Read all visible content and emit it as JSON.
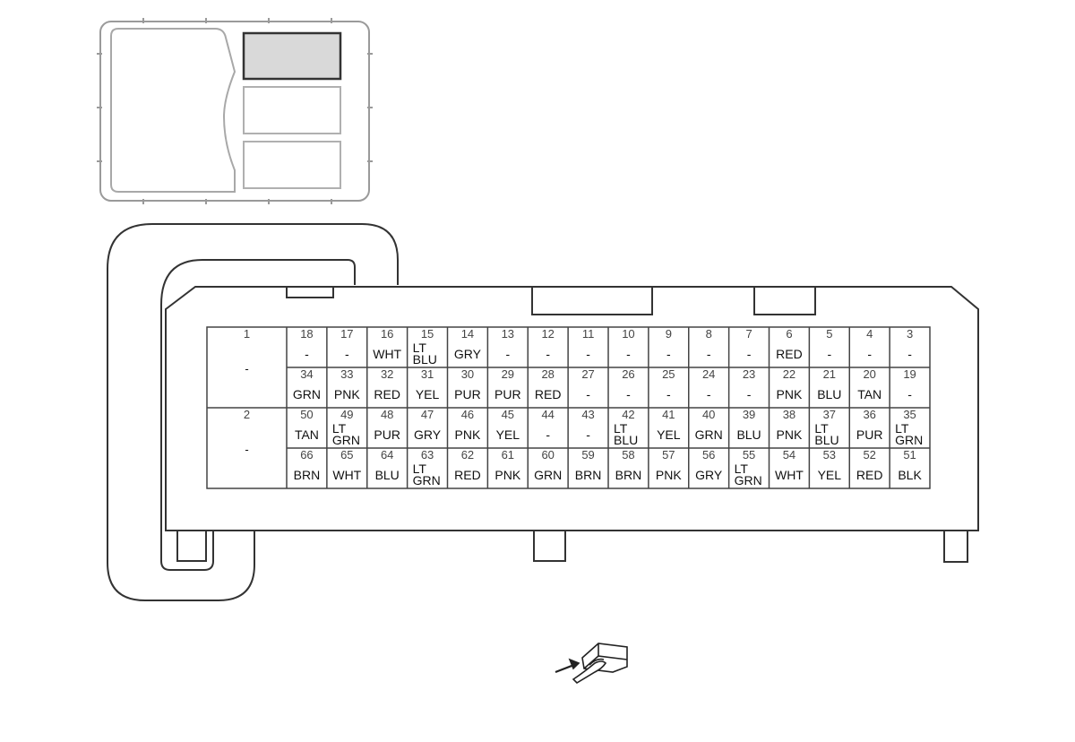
{
  "big_pins": [
    {
      "num": "1",
      "color": "-"
    },
    {
      "num": "2",
      "color": "-"
    }
  ],
  "rows": [
    [
      {
        "num": "18",
        "color": "-"
      },
      {
        "num": "17",
        "color": "-"
      },
      {
        "num": "16",
        "color": "WHT"
      },
      {
        "num": "15",
        "color": "LT BLU"
      },
      {
        "num": "14",
        "color": "GRY"
      },
      {
        "num": "13",
        "color": "-"
      },
      {
        "num": "12",
        "color": "-"
      },
      {
        "num": "11",
        "color": "-"
      },
      {
        "num": "10",
        "color": "-"
      },
      {
        "num": "9",
        "color": "-"
      },
      {
        "num": "8",
        "color": "-"
      },
      {
        "num": "7",
        "color": "-"
      },
      {
        "num": "6",
        "color": "RED"
      },
      {
        "num": "5",
        "color": "-"
      },
      {
        "num": "4",
        "color": "-"
      },
      {
        "num": "3",
        "color": "-"
      }
    ],
    [
      {
        "num": "34",
        "color": "GRN"
      },
      {
        "num": "33",
        "color": "PNK"
      },
      {
        "num": "32",
        "color": "RED"
      },
      {
        "num": "31",
        "color": "YEL"
      },
      {
        "num": "30",
        "color": "PUR"
      },
      {
        "num": "29",
        "color": "PUR"
      },
      {
        "num": "28",
        "color": "RED"
      },
      {
        "num": "27",
        "color": "-"
      },
      {
        "num": "26",
        "color": "-"
      },
      {
        "num": "25",
        "color": "-"
      },
      {
        "num": "24",
        "color": "-"
      },
      {
        "num": "23",
        "color": "-"
      },
      {
        "num": "22",
        "color": "PNK"
      },
      {
        "num": "21",
        "color": "BLU"
      },
      {
        "num": "20",
        "color": "TAN"
      },
      {
        "num": "19",
        "color": "-"
      }
    ],
    [
      {
        "num": "50",
        "color": "TAN"
      },
      {
        "num": "49",
        "color": "LT GRN"
      },
      {
        "num": "48",
        "color": "PUR"
      },
      {
        "num": "47",
        "color": "GRY"
      },
      {
        "num": "46",
        "color": "PNK"
      },
      {
        "num": "45",
        "color": "YEL"
      },
      {
        "num": "44",
        "color": "-"
      },
      {
        "num": "43",
        "color": "-"
      },
      {
        "num": "42",
        "color": "LT BLU"
      },
      {
        "num": "41",
        "color": "YEL"
      },
      {
        "num": "40",
        "color": "GRN"
      },
      {
        "num": "39",
        "color": "BLU"
      },
      {
        "num": "38",
        "color": "PNK"
      },
      {
        "num": "37",
        "color": "LT BLU"
      },
      {
        "num": "36",
        "color": "PUR"
      },
      {
        "num": "35",
        "color": "LT GRN"
      }
    ],
    [
      {
        "num": "66",
        "color": "BRN"
      },
      {
        "num": "65",
        "color": "WHT"
      },
      {
        "num": "64",
        "color": "BLU"
      },
      {
        "num": "63",
        "color": "LT GRN"
      },
      {
        "num": "62",
        "color": "RED"
      },
      {
        "num": "61",
        "color": "PNK"
      },
      {
        "num": "60",
        "color": "GRN"
      },
      {
        "num": "59",
        "color": "BRN"
      },
      {
        "num": "58",
        "color": "BRN"
      },
      {
        "num": "57",
        "color": "PNK"
      },
      {
        "num": "56",
        "color": "GRY"
      },
      {
        "num": "55",
        "color": "LT GRN"
      },
      {
        "num": "54",
        "color": "WHT"
      },
      {
        "num": "53",
        "color": "YEL"
      },
      {
        "num": "52",
        "color": "RED"
      },
      {
        "num": "51",
        "color": "BLK"
      }
    ]
  ],
  "colors": {
    "outline": "#333333",
    "locator_outline": "#9a9a9a",
    "highlight_fill": "#d9d9d9",
    "grid_line": "#444444"
  }
}
